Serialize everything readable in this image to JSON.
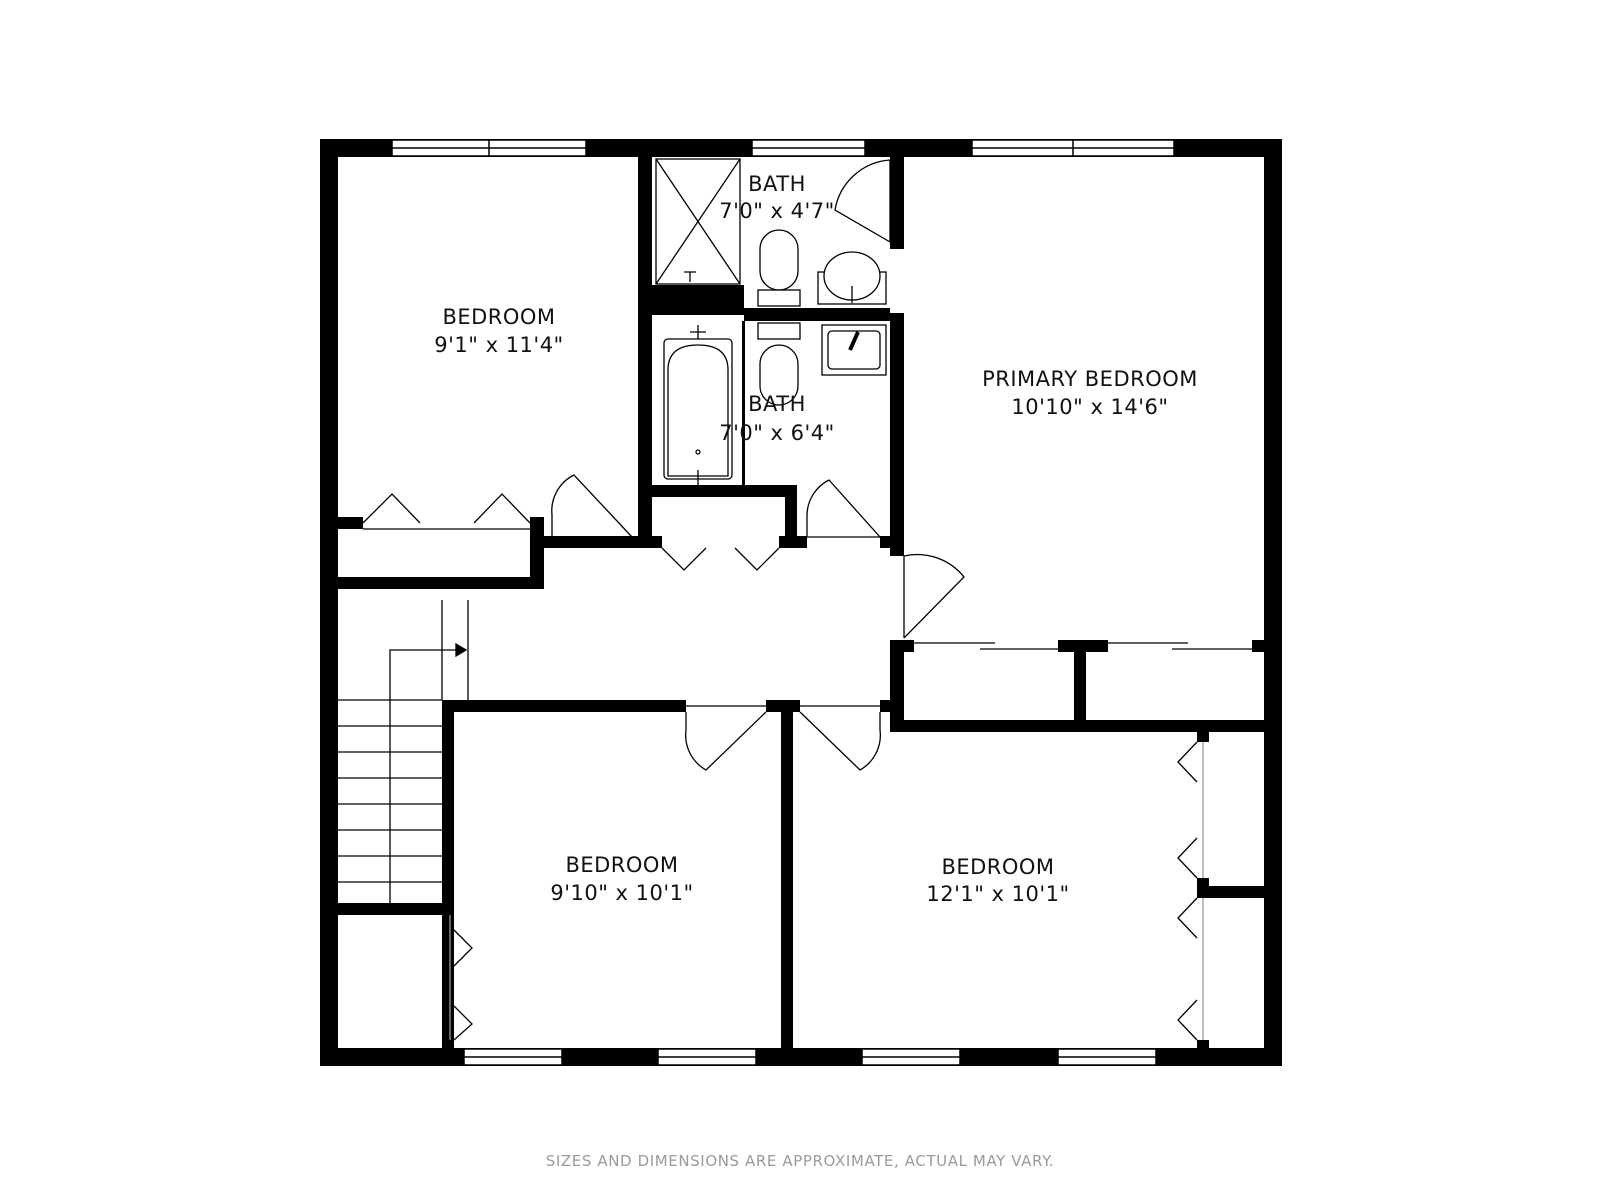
{
  "rooms": [
    {
      "id": "bedroom-nw",
      "name": "BEDROOM",
      "dimensions": "9'1\" x 11'4\""
    },
    {
      "id": "bath-upper",
      "name": "BATH",
      "dimensions": "7'0\" x 4'7\""
    },
    {
      "id": "bath-lower",
      "name": "BATH",
      "dimensions": "7'0\" x 6'4\""
    },
    {
      "id": "primary-bedroom",
      "name": "PRIMARY BEDROOM",
      "dimensions": "10'10\" x 14'6\""
    },
    {
      "id": "bedroom-sw",
      "name": "BEDROOM",
      "dimensions": "9'10\" x 10'1\""
    },
    {
      "id": "bedroom-se",
      "name": "BEDROOM",
      "dimensions": "12'1\" x 10'1\""
    }
  ],
  "disclaimer": "SIZES AND DIMENSIONS ARE APPROXIMATE, ACTUAL MAY VARY.",
  "colors": {
    "wall": "#000000",
    "line": "#222222",
    "background": "#ffffff",
    "disclaimer": "#9a9a9a"
  }
}
